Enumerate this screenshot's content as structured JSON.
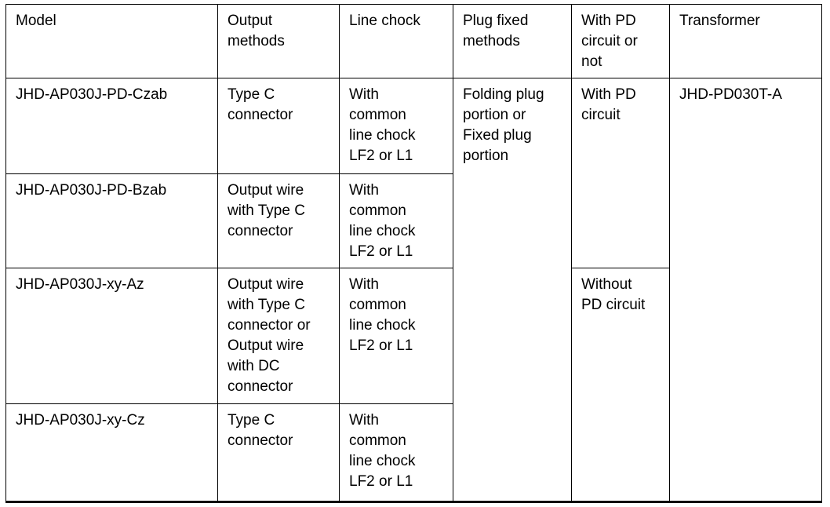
{
  "table": {
    "columns": [
      {
        "key": "model",
        "header": "Model"
      },
      {
        "key": "output",
        "header": "Output\nmethods"
      },
      {
        "key": "chock",
        "header": "Line chock"
      },
      {
        "key": "plug",
        "header": "Plug fixed\nmethods"
      },
      {
        "key": "pd",
        "header": "With PD\ncircuit or\nnot"
      },
      {
        "key": "transformer",
        "header": "Transformer"
      }
    ],
    "rows": [
      {
        "model": "JHD-AP030J-PD-Czab",
        "output": "Type C\nconnector",
        "chock": "With\ncommon\nline chock\nLF2 or L1"
      },
      {
        "model": "JHD-AP030J-PD-Bzab",
        "output": "Output wire\nwith Type C\nconnector",
        "chock": "With\ncommon\nline chock\nLF2 or L1"
      },
      {
        "model": "JHD-AP030J-xy-Az",
        "output": "Output wire\nwith Type C\nconnector or\nOutput wire\nwith DC\nconnector",
        "chock": "With\ncommon\nline chock\nLF2 or L1"
      },
      {
        "model": "JHD-AP030J-xy-Cz",
        "output": "Type C\nconnector",
        "chock": "With\ncommon\nline chock\nLF2 or L1"
      }
    ],
    "merged": {
      "plug_fixed_methods": "Folding plug\nportion or\nFixed plug\nportion",
      "pd_circuit_rows_1_2": "With PD\ncircuit",
      "pd_circuit_rows_3_4": "Without\nPD circuit",
      "transformer_all_rows": "JHD-PD030T-A"
    }
  },
  "colors": {
    "text": "#000000",
    "border": "#000000",
    "background": "#ffffff"
  }
}
